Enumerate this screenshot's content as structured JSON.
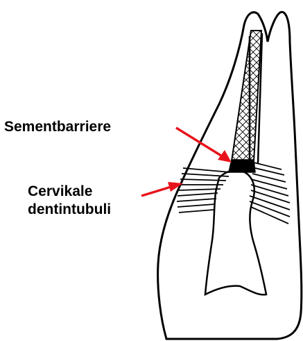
{
  "labels": {
    "cement_barrier": "Sementbarriere",
    "cervical_tubules_line1": "Cervikale",
    "cervical_tubules_line2": "dentintubuli"
  },
  "colors": {
    "outline": "#000000",
    "arrow": "#e8141c",
    "barrier_fill": "#000000",
    "background": "#ffffff"
  }
}
